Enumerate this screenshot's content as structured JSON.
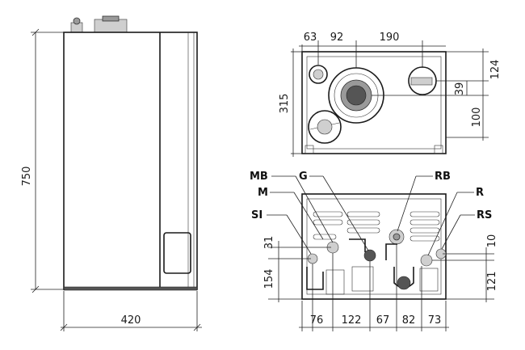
{
  "front_view": {
    "height_label": "750",
    "width_label": "420"
  },
  "top_view": {
    "dim_63": "63",
    "dim_92": "92",
    "dim_190": "190",
    "dim_124": "124",
    "dim_39": "39",
    "dim_100": "100",
    "dim_315": "315"
  },
  "bottom_view": {
    "connections": [
      "MB",
      "M",
      "SI",
      "G",
      "RB",
      "R",
      "RS"
    ],
    "dim_31": "31",
    "dim_154": "154",
    "dim_10": "10",
    "dim_121": "121",
    "bottom_dims": [
      "76",
      "122",
      "67",
      "82",
      "73"
    ]
  }
}
